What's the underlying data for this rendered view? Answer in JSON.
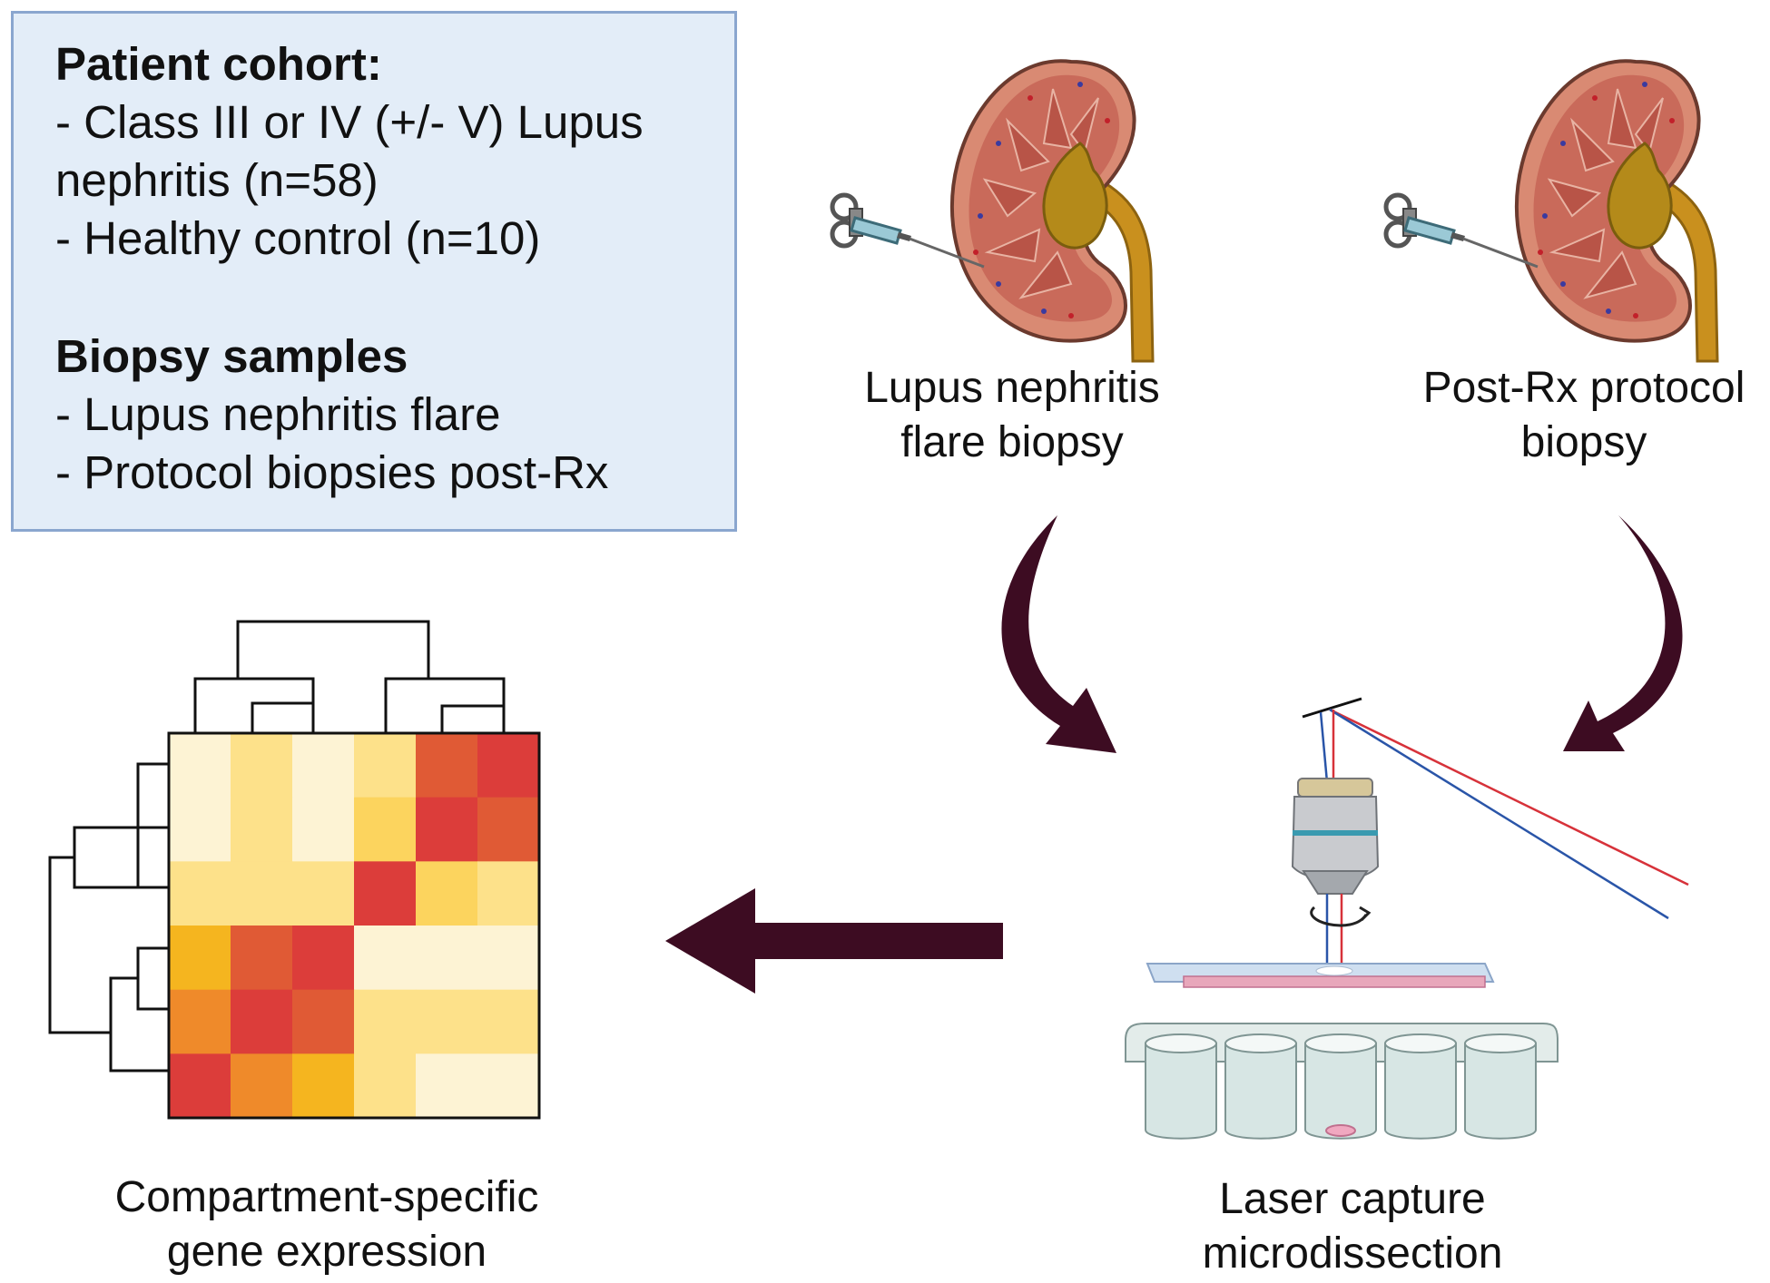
{
  "cohort_box": {
    "heading1": "Patient cohort:",
    "item1": "- Class III or IV (+/- V) Lupus",
    "item1_cont": "nephritis (n=58)",
    "item2": "- Healthy control (n=10)",
    "heading2": "Biopsy samples",
    "item3": "- Lupus nephritis flare",
    "item4": "- Protocol biopsies post-Rx"
  },
  "labels": {
    "flare_line1": "Lupus nephritis",
    "flare_line2": "flare biopsy",
    "postrx_line1": "Post-Rx protocol",
    "postrx_line2": "biopsy",
    "lcm_line1": "Laser capture",
    "lcm_line2": "microdissection",
    "gene_line1": "Compartment-specific",
    "gene_line2": "gene expression"
  },
  "colors": {
    "box_fill": "#e3edf8",
    "box_border": "#8aa6cf",
    "arrow": "#3d0c22",
    "laser_red": "#d7323a",
    "laser_blue": "#2a55a8"
  },
  "heatmap": {
    "scale": [
      "#fdf3d4",
      "#fde18a",
      "#fcd45e",
      "#f5b51f",
      "#ef8a2a",
      "#e05a35",
      "#dc3d3a"
    ],
    "rows": [
      [
        0,
        1,
        0,
        1,
        5,
        6
      ],
      [
        0,
        1,
        0,
        2,
        6,
        5
      ],
      [
        1,
        1,
        1,
        6,
        2,
        1
      ],
      [
        3,
        5,
        6,
        0,
        0,
        0
      ],
      [
        4,
        6,
        5,
        1,
        1,
        1
      ],
      [
        6,
        4,
        3,
        1,
        0,
        0
      ]
    ]
  }
}
